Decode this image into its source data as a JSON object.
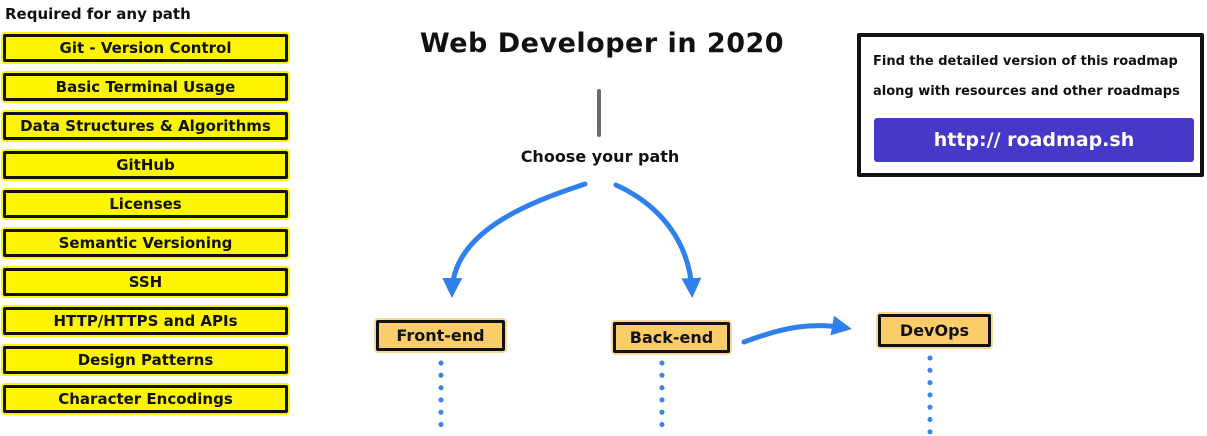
{
  "header": {
    "title": "Web Developer in 2020",
    "choose_path_label": "Choose your path"
  },
  "sidebar": {
    "heading": "Required for any path",
    "items": [
      "Git - Version Control",
      "Basic Terminal Usage",
      "Data Structures & Algorithms",
      "GitHub",
      "Licenses",
      "Semantic Versioning",
      "SSH",
      "HTTP/HTTPS and APIs",
      "Design Patterns",
      "Character Encodings"
    ]
  },
  "path_nodes": [
    {
      "label": "Front-end"
    },
    {
      "label": "Back-end"
    },
    {
      "label": "DevOps"
    }
  ],
  "info_box": {
    "line1": "Find the detailed version of this roadmap",
    "line2": "along with resources and other roadmaps",
    "button_label": "http:// roadmap.sh"
  },
  "graphics": {
    "arrow_icon": "curved-blue-arrow",
    "continuation_icon": "blue-dotted-line",
    "stem_icon": "gray-vertical-line"
  },
  "colors": {
    "required_node_fill": "#FDF500",
    "path_node_fill": "#FACD69",
    "arrow_blue": "#2F80ED",
    "button_purple": "#4638C9",
    "stem_gray": "#6A6A6A",
    "border_black": "#111111"
  }
}
